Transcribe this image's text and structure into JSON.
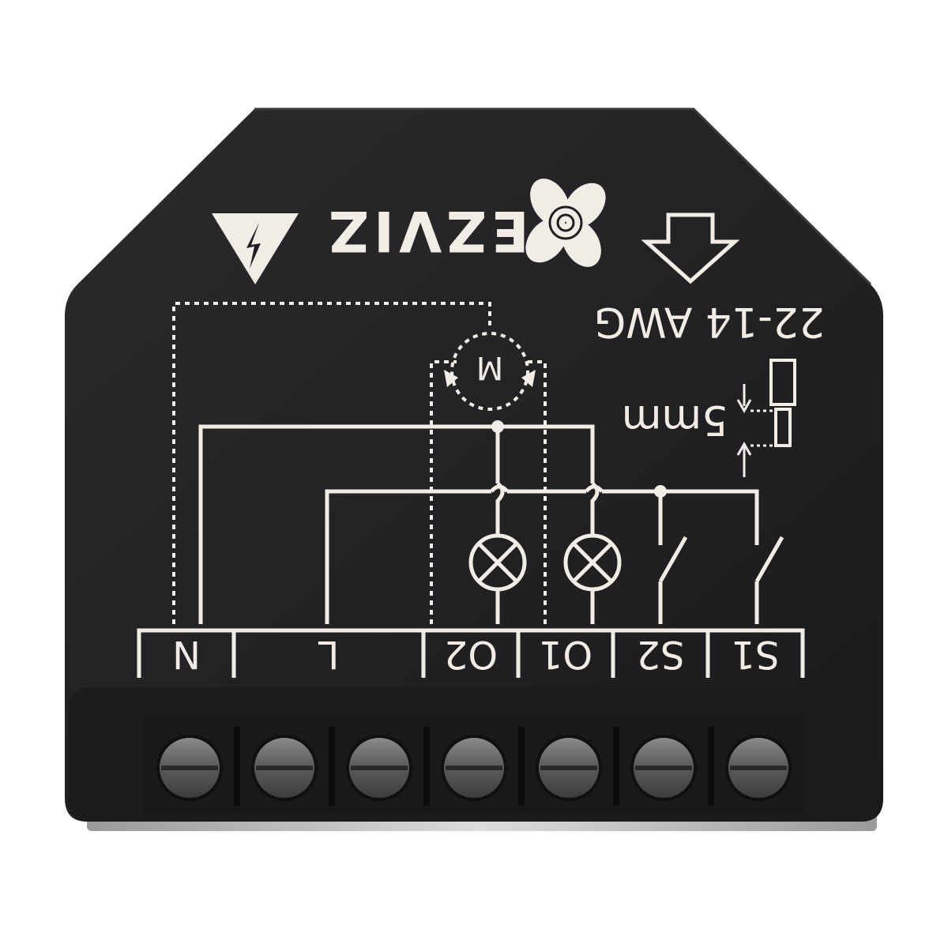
{
  "device": {
    "brand": "EZVIZ",
    "wire_gauge": "22-14 AWG",
    "strip_length": "5mm",
    "motor_symbol": "M",
    "terminals": [
      "N",
      "L",
      "O2",
      "O1",
      "S2",
      "S1"
    ],
    "screw_count": 7
  },
  "colors": {
    "body": "#1f1f21",
    "body_edge": "#2a2a2c",
    "print": "#f2ece6",
    "screw": "#5a5a5c",
    "shell": "#bdbdbf"
  },
  "icons": [
    "high-voltage-warning-icon",
    "fan-logo-icon",
    "wire-insert-arrow-icon",
    "lamp-icon",
    "motor-icon",
    "switch-icon"
  ]
}
